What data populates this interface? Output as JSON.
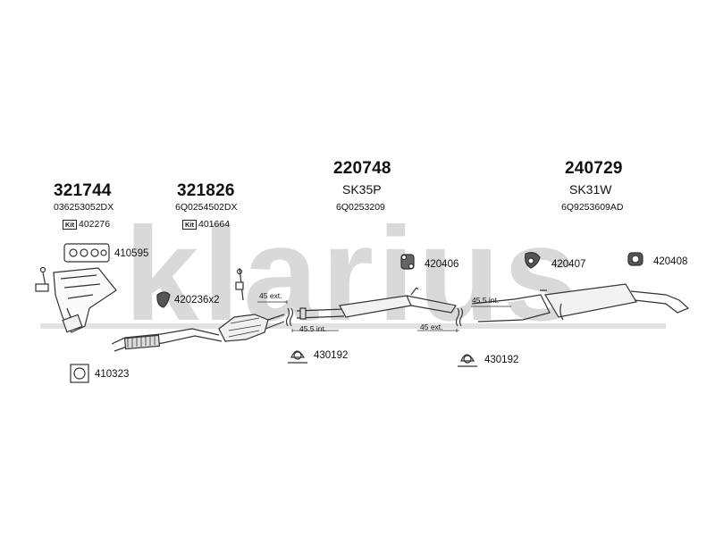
{
  "watermark": {
    "text": "klarius",
    "color": "#d6d6d6"
  },
  "groups": [
    {
      "part": "321744",
      "ref": "036253052DX",
      "kit_label": "Kit",
      "kit": "402276"
    },
    {
      "part": "321826",
      "ref": "6Q0254502DX",
      "kit_label": "Kit",
      "kit": "401664"
    },
    {
      "part": "220748",
      "type": "SK35P",
      "ref": "6Q0253209"
    },
    {
      "part": "240729",
      "type": "SK31W",
      "ref": "6Q9253609AD"
    }
  ],
  "accessories": {
    "a410595": "410595",
    "a420236": "420236x2",
    "a410323": "410323",
    "a420406": "420406",
    "a420407": "420407",
    "a420408": "420408",
    "a430192_1": "430192",
    "a430192_2": "430192"
  },
  "dimensions": {
    "d1": "45 ext.",
    "d2": "45.5 int.",
    "d3": "45.5 int.",
    "d4": "45 ext."
  }
}
